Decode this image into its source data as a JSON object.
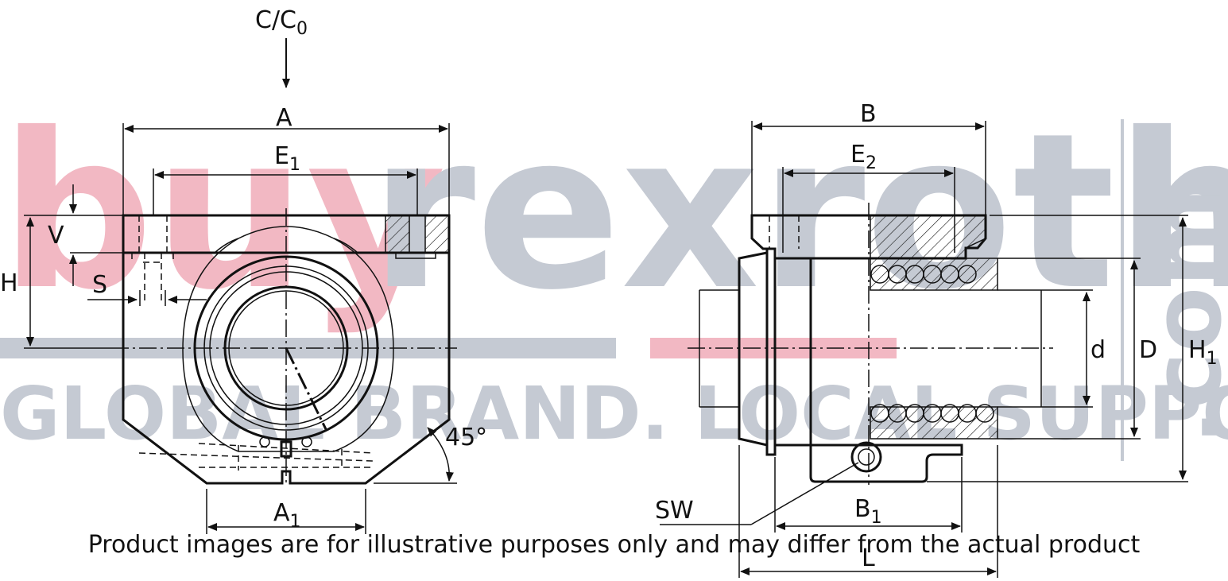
{
  "watermark": {
    "buy": "buy",
    "rexroth": "rexroth",
    "dotcom": ".com",
    "tagline": "GLOBAL BRAND. LOCAL SUPPORT.",
    "colors": {
      "pink": "#f2b8c3",
      "gray": "#c5cad3"
    }
  },
  "labels": {
    "load_main": "C/C",
    "load_sub": "0",
    "A": "A",
    "E1_main": "E",
    "E1_sub": "1",
    "V": "V",
    "H": "H",
    "S": "S",
    "angle": "45°",
    "A1_main": "A",
    "A1_sub": "1",
    "B": "B",
    "E2_main": "E",
    "E2_sub": "2",
    "d": "d",
    "D": "D",
    "H1_main": "H",
    "H1_sub": "1",
    "SW": "SW",
    "B1_main": "B",
    "B1_sub": "1",
    "L": "L"
  },
  "caption": "Product images are for illustrative purposes only and may differ from the actual product"
}
